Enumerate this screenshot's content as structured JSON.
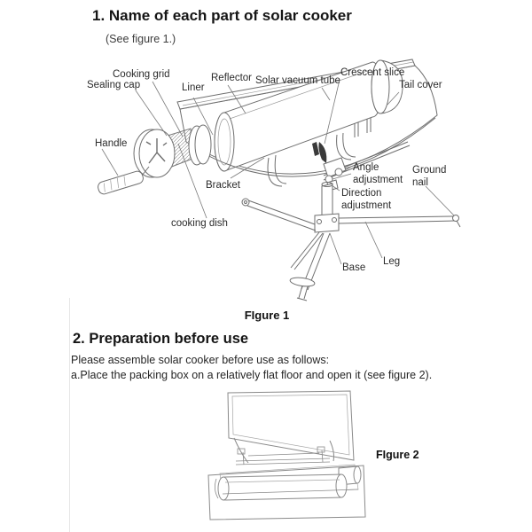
{
  "doc": {
    "section1": {
      "heading": "1. Name of each part of solar cooker",
      "note": "(See figure 1.)",
      "figure_caption": "FIgure 1",
      "labels": {
        "cooking_grid": "Cooking grid",
        "sealing_cap": "Sealing cap",
        "liner": "Liner",
        "reflector": "Reflector",
        "solar_vacuum_tube": "Solar vacuum tube",
        "crescent_slice": "Crescent slice",
        "tail_cover": "Tail cover",
        "handle": "Handle",
        "bracket": "Bracket",
        "cooking_dish": "cooking dish",
        "angle_adjustment": [
          "Angle",
          "adjustment"
        ],
        "ground_nail": [
          "Ground",
          "nail"
        ],
        "direction_adjustment": [
          "Direction",
          "adjustment"
        ],
        "base": "Base",
        "leg": "Leg"
      }
    },
    "section2": {
      "heading": "2. Preparation before use",
      "intro": "Please assemble solar cooker before use as follows:",
      "step_a": "a.Place the packing box on a relatively flat floor and open it (see figure 2).",
      "figure_caption": "FIgure 2"
    },
    "colors": {
      "ink": "#1f1f1f",
      "line_art": "#6e6e6e"
    }
  }
}
